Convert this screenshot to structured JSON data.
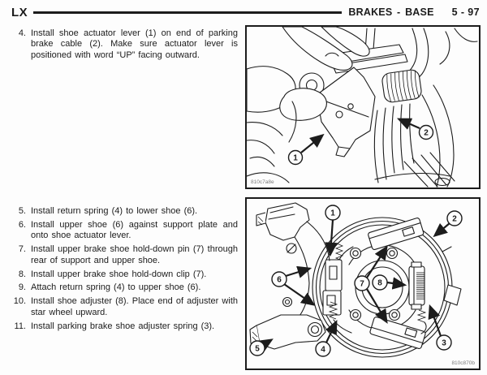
{
  "header": {
    "model": "LX",
    "section": "BRAKES - BASE",
    "page": "5 - 97"
  },
  "steps": [
    {
      "num": "4.",
      "text": "Install shoe actuator lever (1) on end of parking brake cable (2). Make sure actuator lever is positioned with word “UP” facing outward."
    },
    {
      "num": "5.",
      "text": "Install return spring (4) to lower shoe (6)."
    },
    {
      "num": "6.",
      "text": "Install upper shoe (6) against support plate and onto shoe actuator lever."
    },
    {
      "num": "7.",
      "text": "Install upper brake shoe hold-down pin (7) through rear of support and upper shoe."
    },
    {
      "num": "8.",
      "text": "Install upper brake shoe hold-down clip (7)."
    },
    {
      "num": "9.",
      "text": "Attach return spring (4) to upper shoe (6)."
    },
    {
      "num": "10.",
      "text": "Install shoe adjuster (8). Place end of adjuster with star wheel upward."
    },
    {
      "num": "11.",
      "text": "Install parking brake shoe adjuster spring (3)."
    }
  ],
  "figures": {
    "top": {
      "label": "810c7a8e",
      "callouts": [
        "1",
        "2"
      ]
    },
    "bottom": {
      "label": "810c870b",
      "callouts": [
        "1",
        "2",
        "3",
        "4",
        "5",
        "6",
        "7",
        "8"
      ]
    }
  },
  "colors": {
    "ink": "#1c1c1c",
    "paper": "#fdfdfd",
    "figure_label_gray": "#7a7a7a"
  }
}
